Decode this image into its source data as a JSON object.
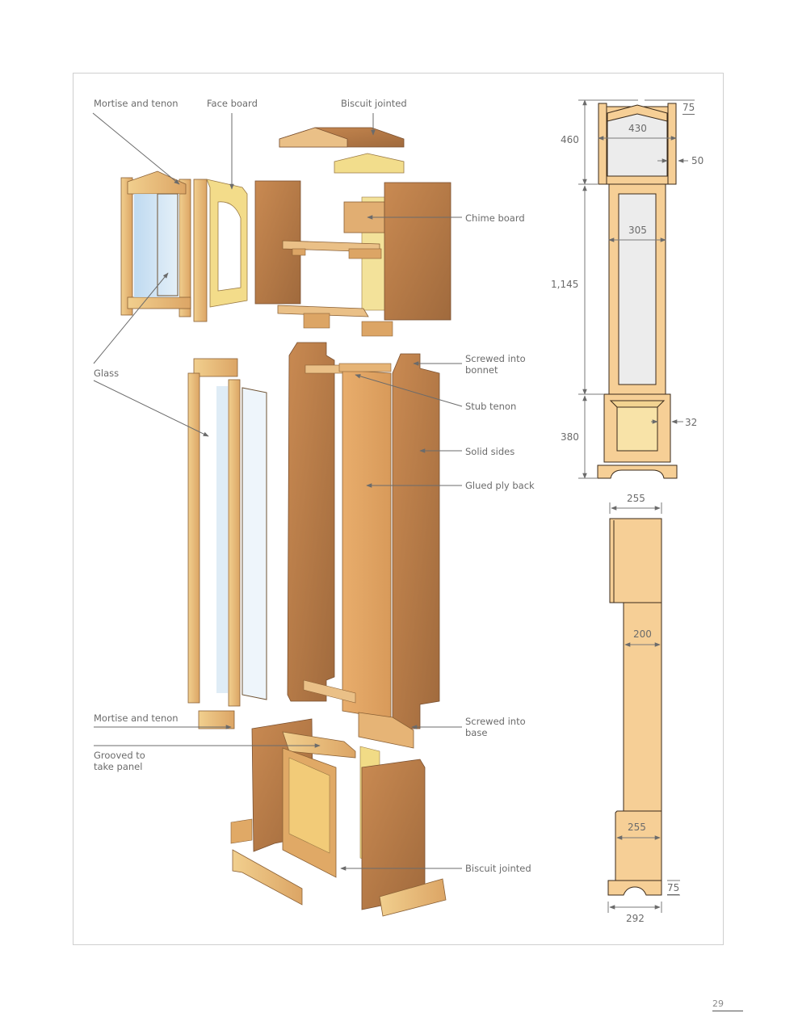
{
  "page": {
    "number": "29"
  },
  "exploded_view": {
    "labels": {
      "mortise_tenon_top": "Mortise and tenon",
      "face_board": "Face board",
      "biscuit_jointed_top": "Biscuit jointed",
      "chime_board": "Chime board",
      "glass": "Glass",
      "screwed_into_bonnet": "Screwed into bonnet",
      "stub_tenon": "Stub tenon",
      "solid_sides": "Solid sides",
      "glued_ply_back": "Glued ply back",
      "mortise_tenon_bottom": "Mortise and tenon",
      "grooved_panel": "Grooved to take panel",
      "screwed_into_base": "Screwed into base",
      "biscuit_jointed_bottom": "Biscuit jointed"
    }
  },
  "front_elevation": {
    "dimensions": {
      "hood_height": "460",
      "trunk_height": "1,145",
      "base_height": "380",
      "hood_width": "430",
      "hood_crest": "75",
      "hood_side": "50",
      "trunk_opening": "305",
      "base_panel_margin": "32"
    }
  },
  "side_elevation": {
    "dimensions": {
      "hood_depth": "255",
      "trunk_depth": "200",
      "base_depth": "255",
      "plinth_depth": "292",
      "plinth_height": "75"
    }
  },
  "colors": {
    "wood_light": "#f4c98a",
    "wood_mid": "#d9a15e",
    "wood_dark": "#a9744a",
    "glass": "#bcd8ee",
    "panel_yellow": "#f3e29a",
    "line": "#6b6b6b",
    "frame_border": "#cfcfcf"
  }
}
